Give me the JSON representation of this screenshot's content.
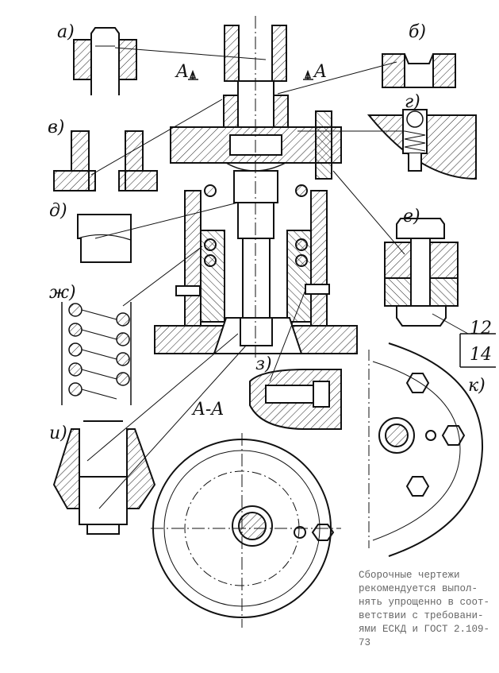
{
  "labels": {
    "a": "а)",
    "b": "б)",
    "v": "в)",
    "g": "г)",
    "d": "д)",
    "e": "е)",
    "zh": "ж)",
    "z": "з)",
    "i": "и)",
    "k": "к)",
    "section_left": "A",
    "section_right": "A",
    "section_view": "A-A",
    "part_num_top": "12",
    "part_num_bottom": "14"
  },
  "note": {
    "lines": [
      "Сборочные чертежи",
      "рекомендуется выпол-",
      "нять упрощенно в соот-",
      "ветствии с требовани-",
      "ями ЕСКД и ГОСТ 2.109-",
      "73"
    ]
  }
}
